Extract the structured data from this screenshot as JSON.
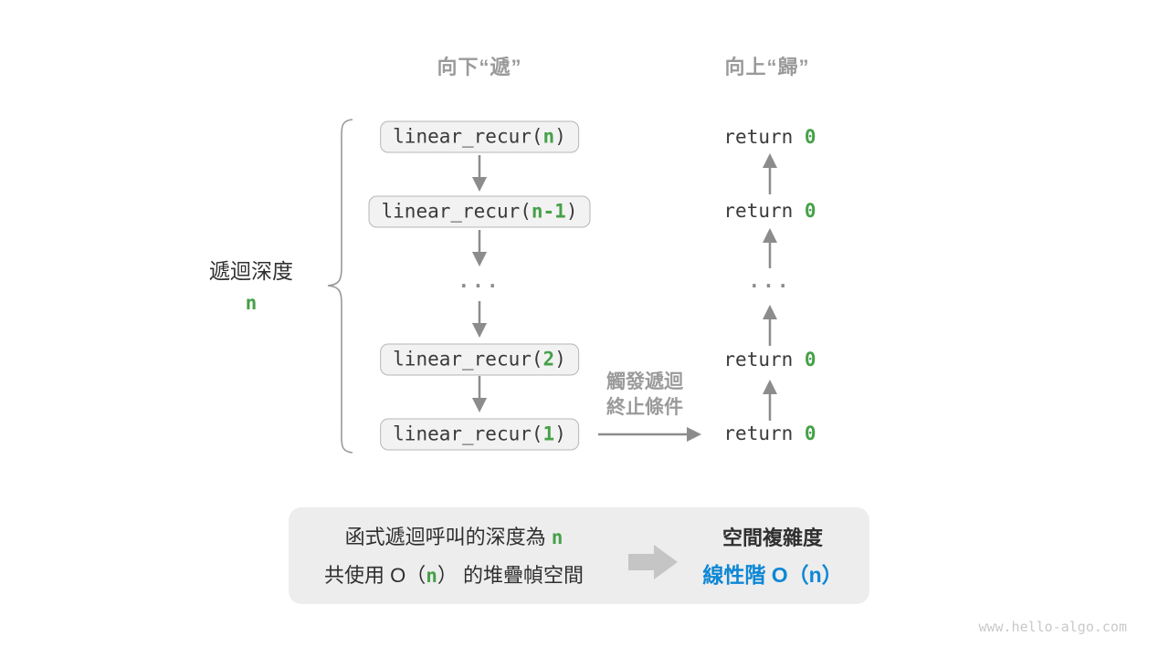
{
  "palette": {
    "green": "#46a049",
    "blue": "#0e87d5",
    "heading_gray": "#9a9a9a",
    "arrow_gray": "#8c8c8c",
    "box_bg": "#f2f2f2",
    "box_border": "#b6b6b6",
    "code_text": "#3a3a3a",
    "panel_bg": "#ededed",
    "block_arrow": "#c5c5c5",
    "watermark_gray": "#c9c9c9",
    "text_black": "#2f2f2f"
  },
  "headers": {
    "down": "向下“遞”",
    "up": "向上“歸”"
  },
  "depth_label": {
    "text": "遞迴深度",
    "value": "n"
  },
  "calls": [
    {
      "prefix": "linear_recur(",
      "arg": "n",
      "suffix": ")"
    },
    {
      "prefix": "linear_recur(",
      "arg": "n-1",
      "suffix": ")"
    },
    {
      "prefix": "linear_recur(",
      "arg": "2",
      "suffix": ")"
    },
    {
      "prefix": "linear_recur(",
      "arg": "1",
      "suffix": ")"
    }
  ],
  "returns": [
    {
      "prefix": "return ",
      "value": "0"
    },
    {
      "prefix": "return ",
      "value": "0"
    },
    {
      "prefix": "return ",
      "value": "0"
    },
    {
      "prefix": "return ",
      "value": "0"
    }
  ],
  "ellipsis": "...",
  "base_case_note": {
    "line1": "觸發遞迴",
    "line2": "終止條件"
  },
  "summary": {
    "line1_pre": "函式遞迴呼叫的深度為 ",
    "line1_n": "n",
    "line2_pre": "共使用 O（",
    "line2_n": "n",
    "line2_post": "） 的堆疊幀空間",
    "result_title": "空間複雜度",
    "result_value": "線性階 O（n）"
  },
  "watermark": "www.hello-algo.com"
}
